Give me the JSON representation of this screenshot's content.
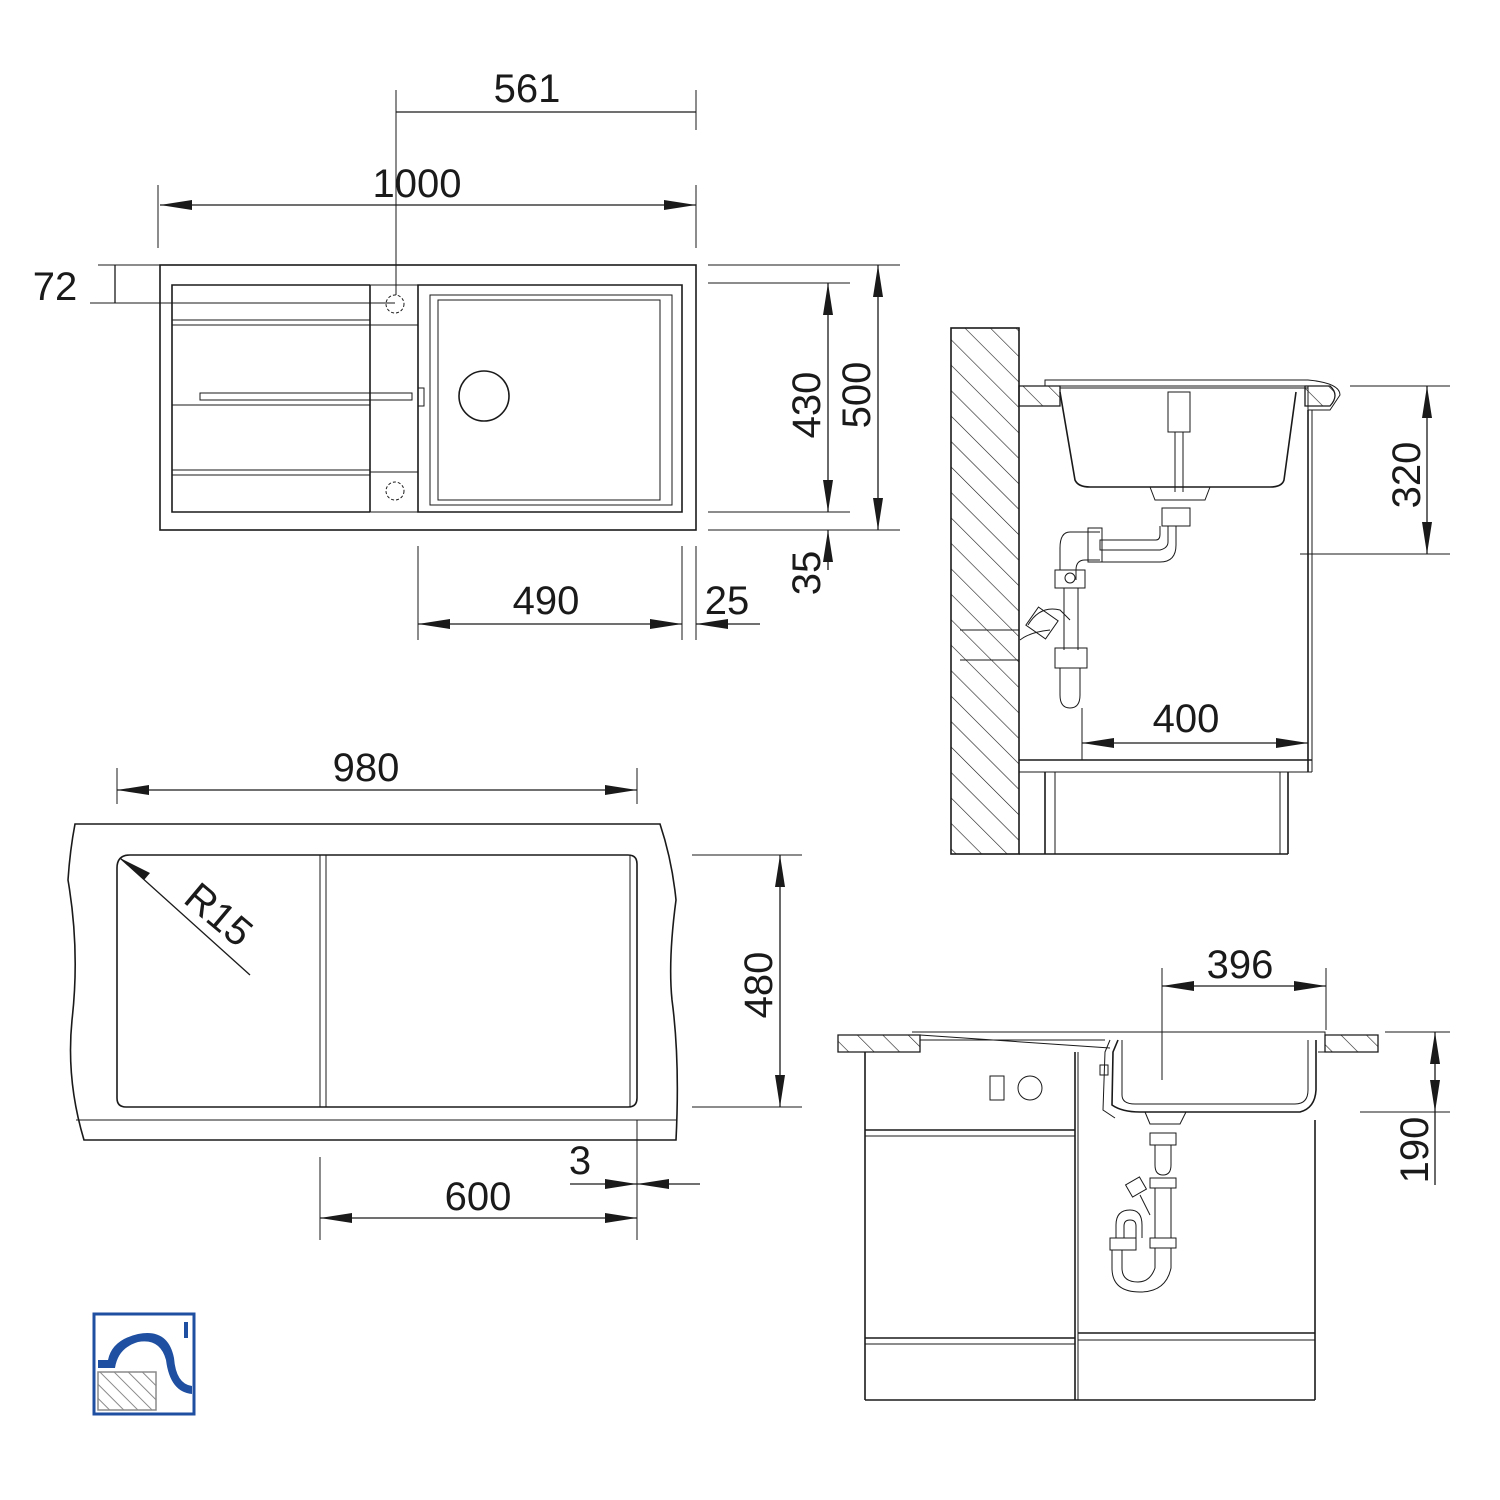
{
  "dimensions": {
    "top_view": {
      "d561": "561",
      "d1000": "1000",
      "d72": "72",
      "d430": "430",
      "d500": "500",
      "d35": "35",
      "d490": "490",
      "d25": "25"
    },
    "side_view": {
      "d320": "320",
      "d400": "400"
    },
    "cutout_view": {
      "d980": "980",
      "r15": "R15",
      "d480": "480",
      "d3": "3",
      "d600": "600"
    },
    "front_view": {
      "d396": "396",
      "d190": "190"
    }
  },
  "icon": {
    "name": "inset-mounting-icon",
    "border_color": "#1f4fa0",
    "symbol_color": "#1f4fa0"
  }
}
